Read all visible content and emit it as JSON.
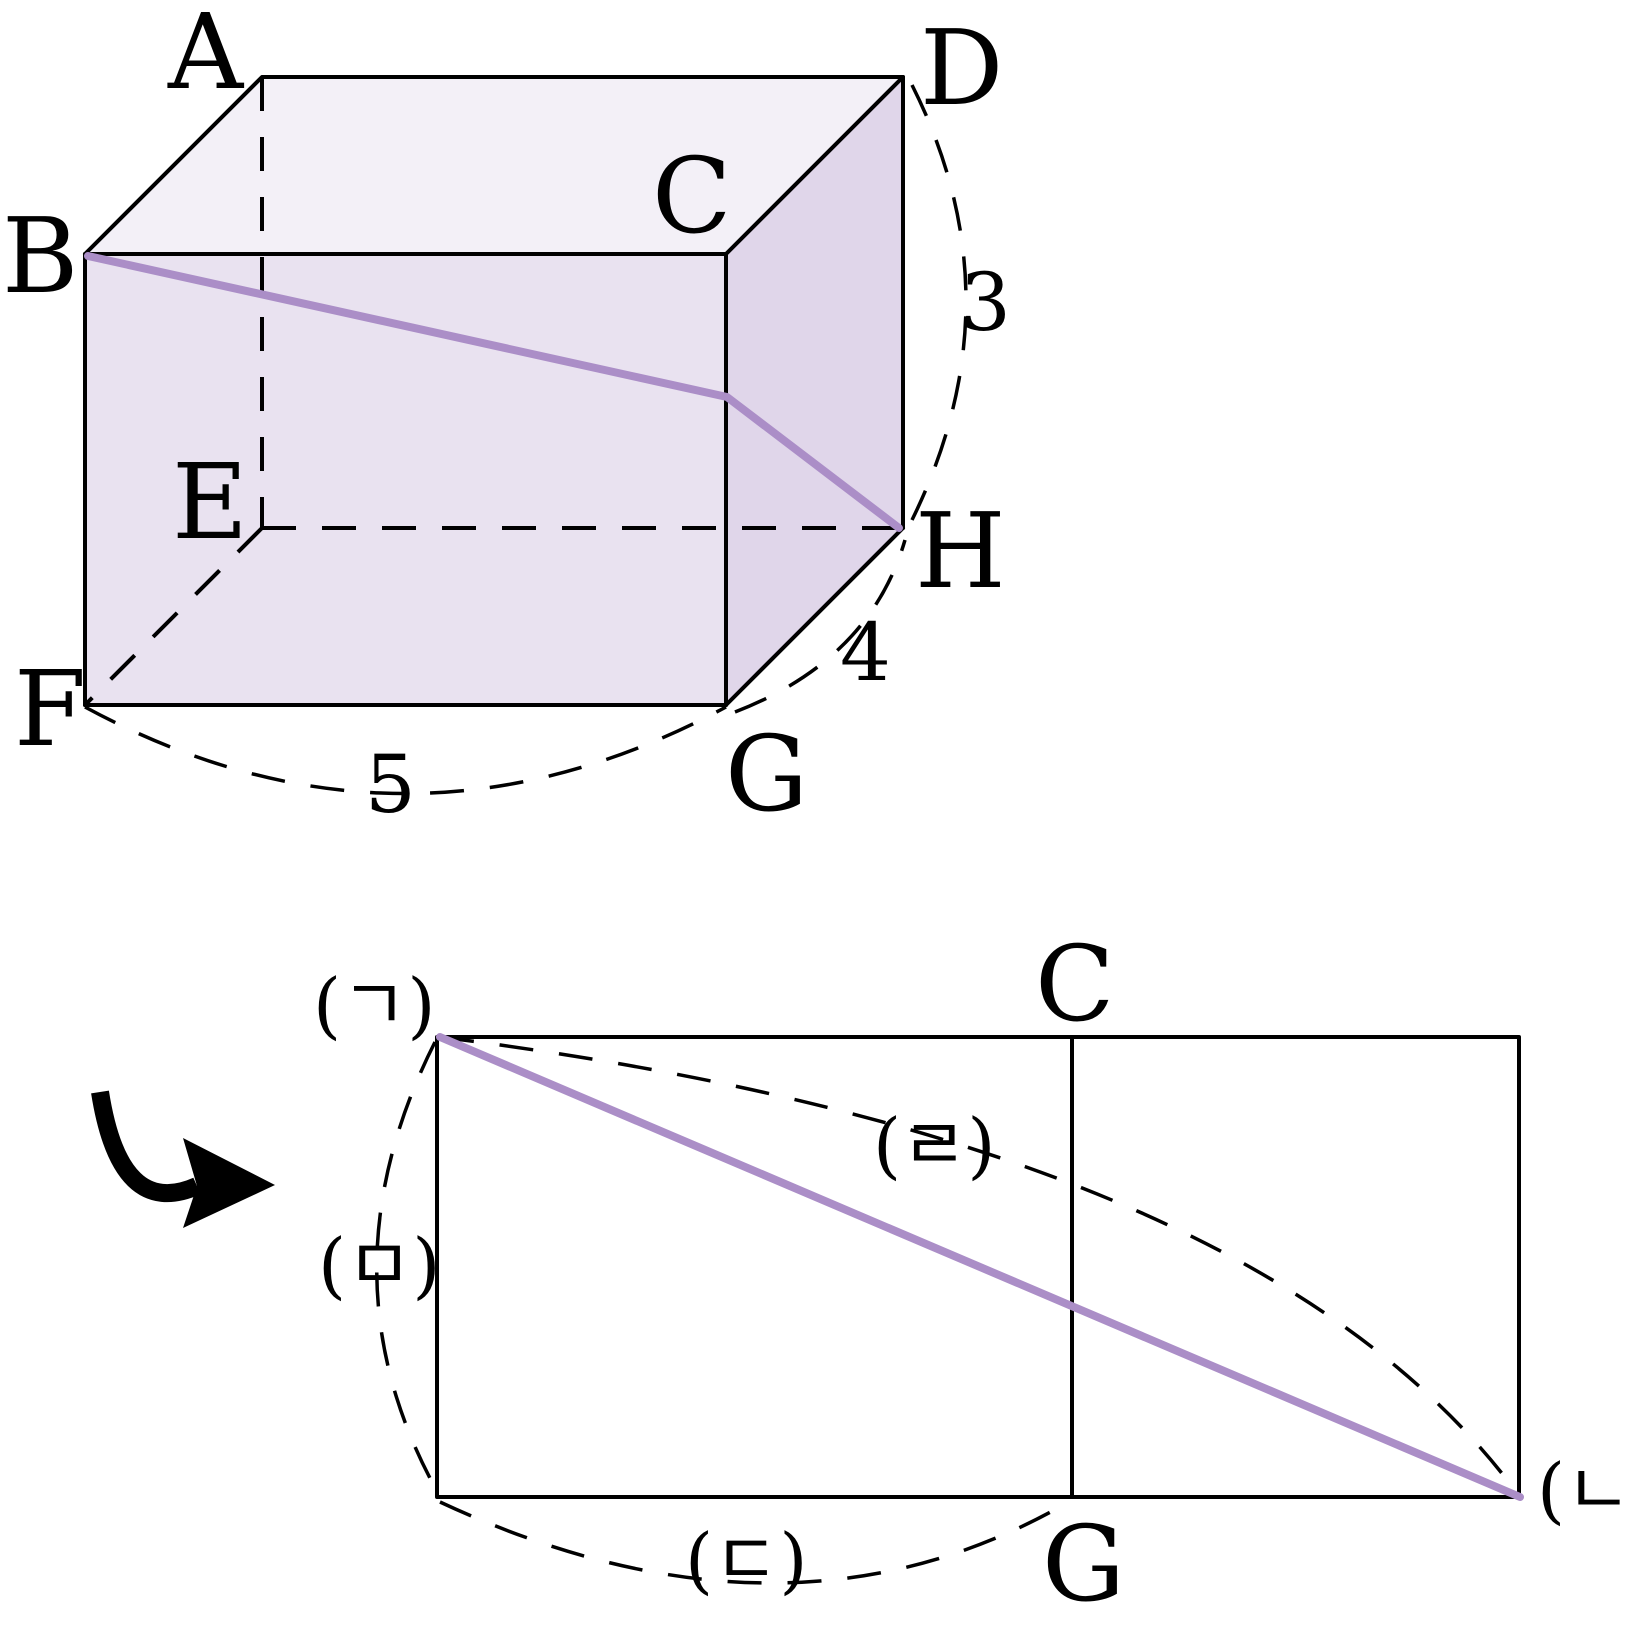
{
  "diagram": {
    "prism": {
      "vertices": {
        "A": "A",
        "B": "B",
        "C": "C",
        "D": "D",
        "E": "E",
        "F": "F",
        "G": "G",
        "H": "H"
      },
      "dimensions": {
        "length": "5",
        "depth": "4",
        "height": "3"
      },
      "colors": {
        "top_face": "#f3f0f7",
        "front_face": "#e9e2f0",
        "side_face": "#e0d6ea",
        "shortest_path": "#ab8ec7"
      }
    },
    "net": {
      "labels": {
        "start": "(ㄱ)",
        "end": "(ㄴ)",
        "bottom_length": "(ㄷ)",
        "diagonal_length": "(ㄹ)",
        "left_height": "(ㅁ)",
        "fold_top": "C",
        "fold_bottom": "G"
      }
    },
    "arrow_icon": "curved-right-arrow"
  }
}
